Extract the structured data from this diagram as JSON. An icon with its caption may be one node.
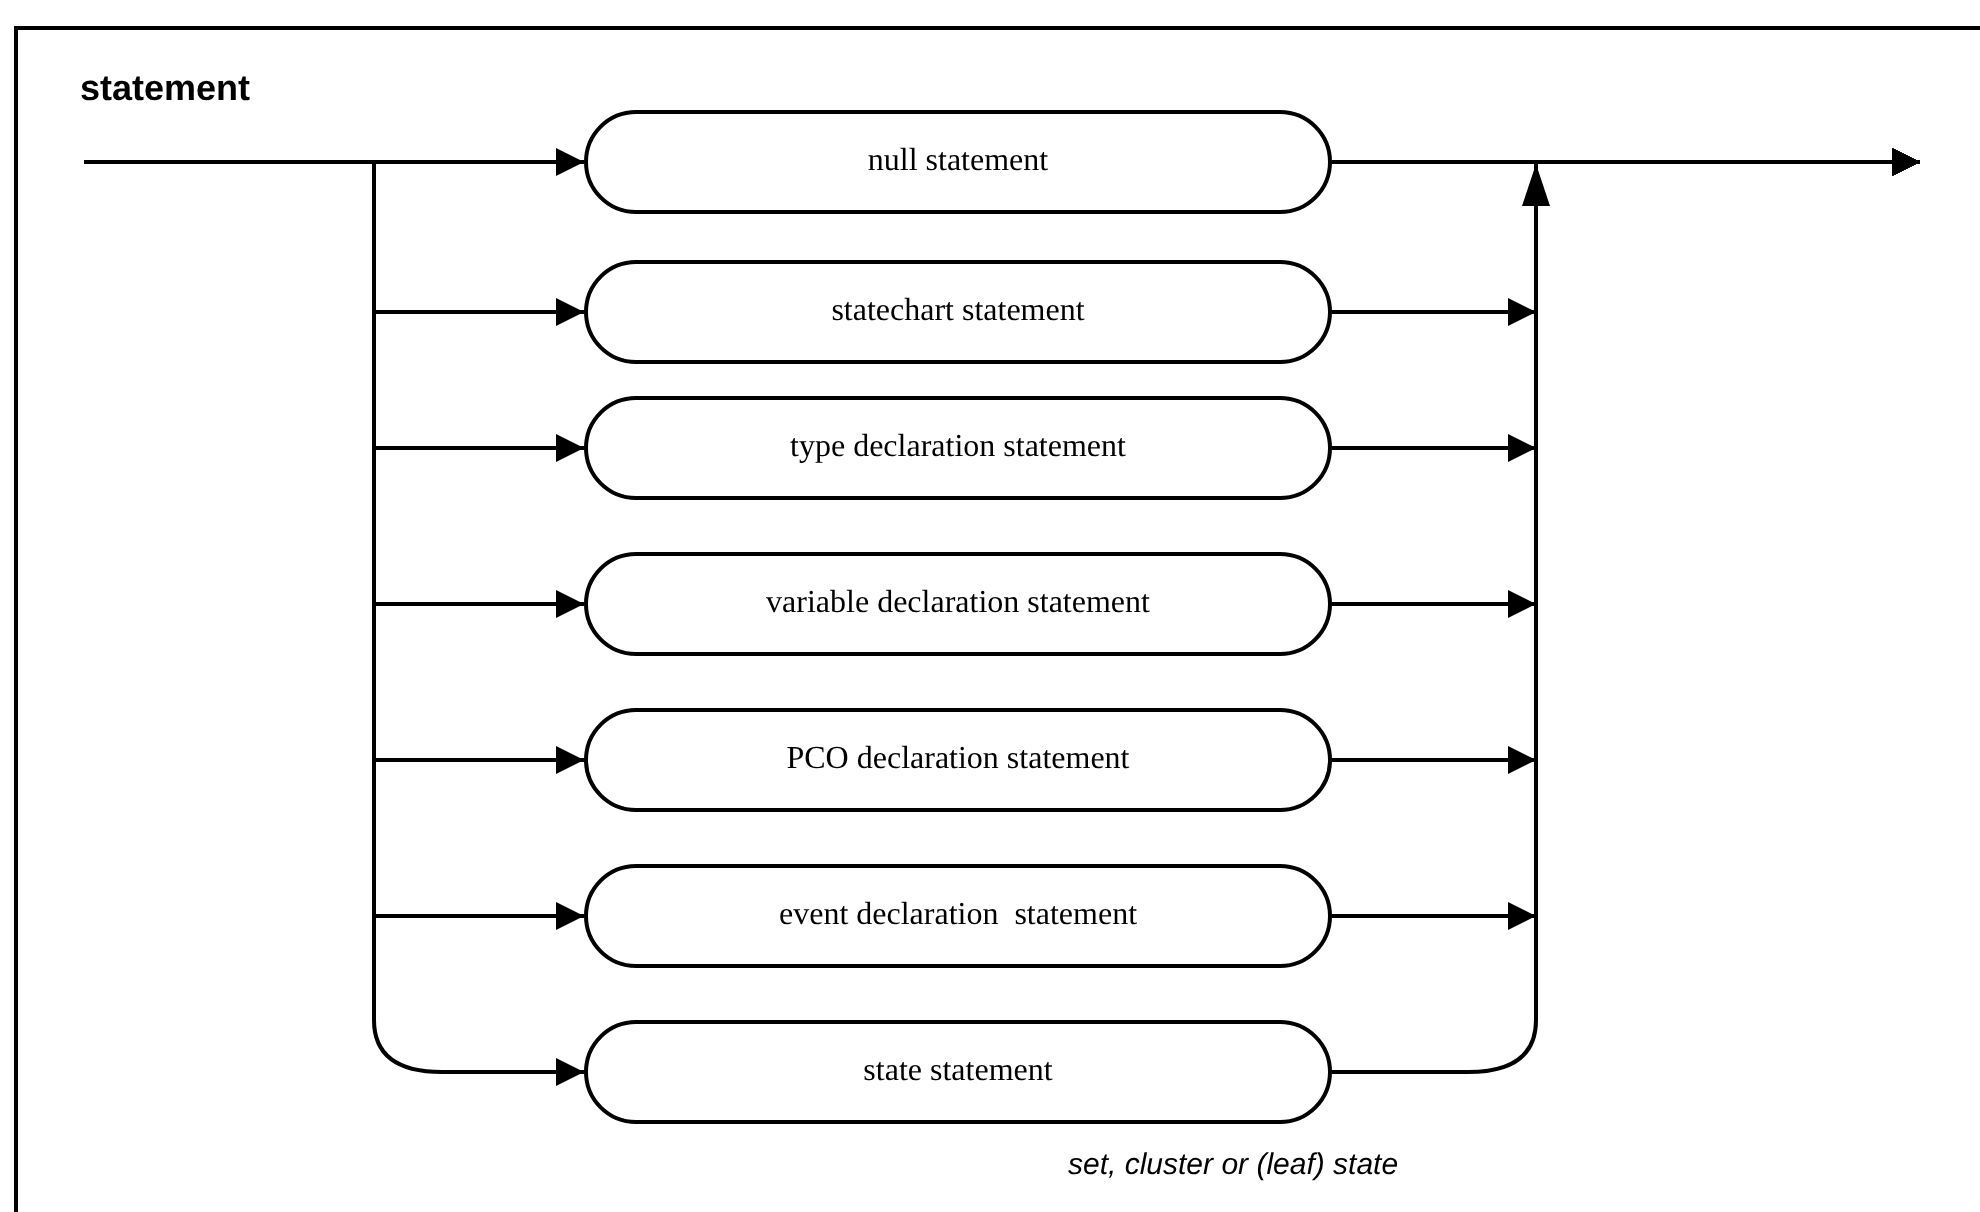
{
  "diagram": {
    "title": "statement",
    "nodes": [
      {
        "text": [
          "null statement"
        ]
      },
      {
        "text": [
          "statechart statement"
        ]
      },
      {
        "text": [
          "type declaration statement"
        ]
      },
      {
        "text": [
          "variable declaration statement"
        ]
      },
      {
        "text": [
          "PCO declaration statement"
        ]
      },
      {
        "text": [
          "event declaration  statement"
        ]
      },
      {
        "text": [
          "state statement"
        ],
        "beside": [
          "set, cluster or (leaf) state"
        ]
      }
    ],
    "edges": [
      {
        "from": null,
        "to": 0,
        "arrow": "to"
      },
      {
        "from": null,
        "to": 1,
        "arrow": "to"
      },
      {
        "from": null,
        "to": 2,
        "arrow": "to"
      },
      {
        "from": null,
        "to": 3,
        "arrow": "to"
      },
      {
        "from": null,
        "to": 4,
        "arrow": "to"
      },
      {
        "from": null,
        "to": 5,
        "arrow": "to"
      },
      {
        "from": null,
        "to": 6,
        "arrow": "to"
      },
      {
        "from": 0,
        "to": null,
        "arrow": "to"
      },
      {
        "from": 1,
        "to": null,
        "arrow": "to"
      },
      {
        "from": 2,
        "to": null,
        "arrow": "to"
      },
      {
        "from": 3,
        "to": null,
        "arrow": "to"
      },
      {
        "from": 4,
        "to": null,
        "arrow": "to"
      },
      {
        "from": 5,
        "to": null,
        "arrow": "to"
      },
      {
        "from": 6,
        "to": null,
        "arrow": "to"
      }
    ]
  }
}
